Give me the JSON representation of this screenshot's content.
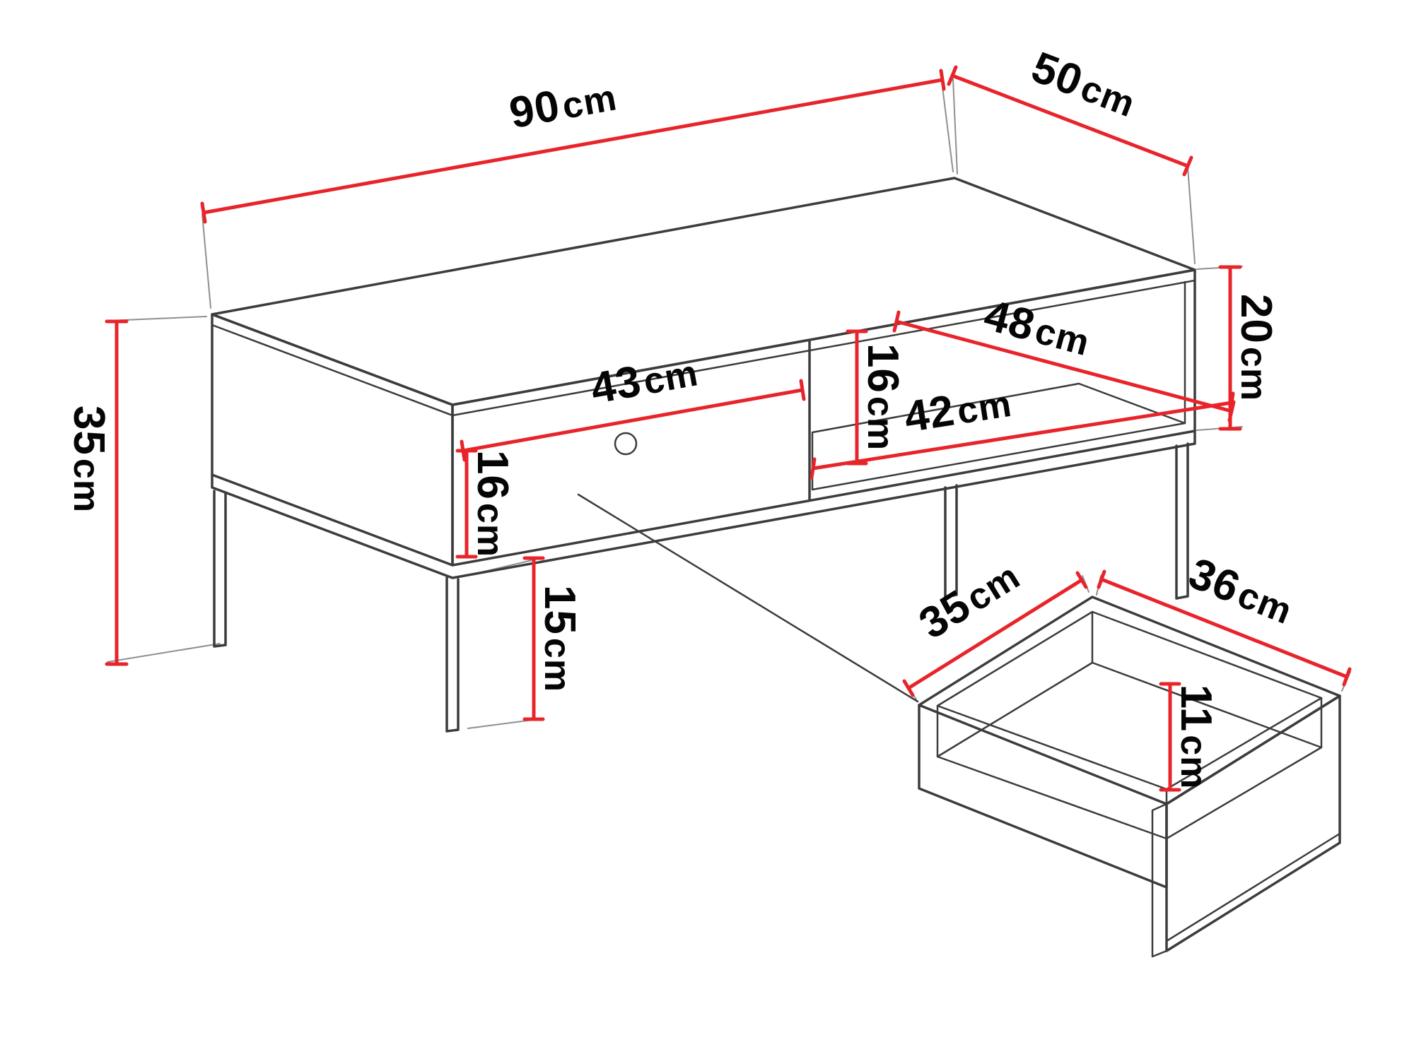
{
  "page": {
    "background": "#ffffff"
  },
  "diagram": {
    "type": "furniture-dimension-drawing",
    "subject": "TV cabinet with drawer and open shelf on metal legs, plus detached drawer box",
    "accent_color": "#e8242b",
    "line_color": "#3c3c3c",
    "dims": {
      "width": {
        "value": "90",
        "unit": "cm"
      },
      "depth": {
        "value": "50",
        "unit": "cm"
      },
      "total_height": {
        "value": "35",
        "unit": "cm"
      },
      "body_height": {
        "value": "20",
        "unit": "cm"
      },
      "drawer_front_width": {
        "value": "43",
        "unit": "cm"
      },
      "drawer_front_height": {
        "value": "16",
        "unit": "cm"
      },
      "niche_height": {
        "value": "16",
        "unit": "cm"
      },
      "niche_diagonal": {
        "value": "48",
        "unit": "cm"
      },
      "niche_width": {
        "value": "42",
        "unit": "cm"
      },
      "leg_height": {
        "value": "15",
        "unit": "cm"
      },
      "drawer_box_width": {
        "value": "35",
        "unit": "cm"
      },
      "drawer_box_length": {
        "value": "36",
        "unit": "cm"
      },
      "drawer_box_height": {
        "value": "11",
        "unit": "cm"
      }
    }
  }
}
